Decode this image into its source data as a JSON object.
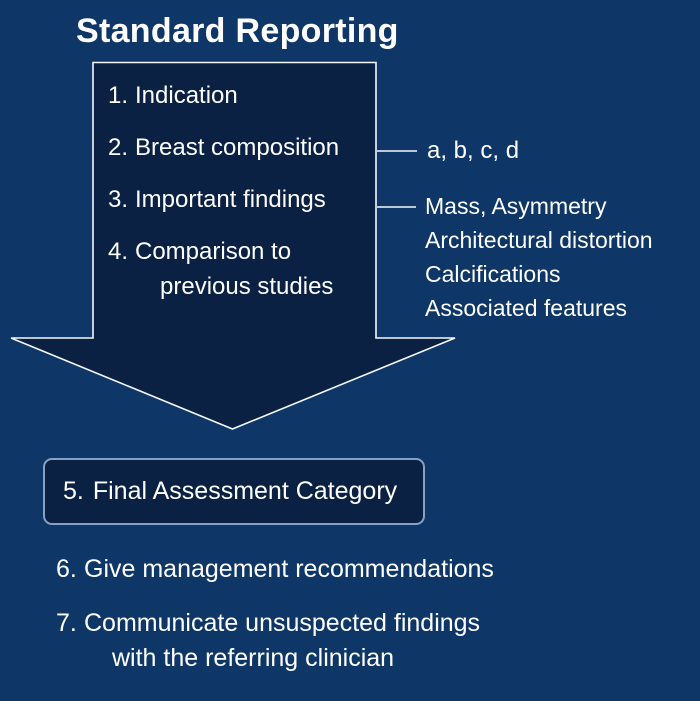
{
  "title": "Standard Reporting",
  "colors": {
    "background": "#0e3768",
    "shape_fill": "#0a2143",
    "shape_stroke": "#f5f8fc",
    "assessment_box_border": "#84a1c6",
    "text": "#ffffff"
  },
  "report_steps": [
    {
      "number": "1.",
      "lines": [
        "Indication"
      ]
    },
    {
      "number": "2.",
      "lines": [
        "Breast composition"
      ]
    },
    {
      "number": "3.",
      "lines": [
        "Important findings"
      ]
    },
    {
      "number": "4.",
      "lines": [
        "Comparison to",
        "previous studies"
      ]
    }
  ],
  "annotations": {
    "composition_categories": "a, b, c, d",
    "finding_types": [
      "Mass, Asymmetry",
      "Architectural distortion",
      "Calcifications",
      "Associated features"
    ]
  },
  "assessment": {
    "number": "5.",
    "label": "Final Assessment Category"
  },
  "footer_steps": [
    {
      "number": "6.",
      "lines": [
        "Give management recommendations"
      ]
    },
    {
      "number": "7.",
      "lines": [
        "Communicate unsuspected findings",
        "with the referring clinician"
      ]
    }
  ]
}
